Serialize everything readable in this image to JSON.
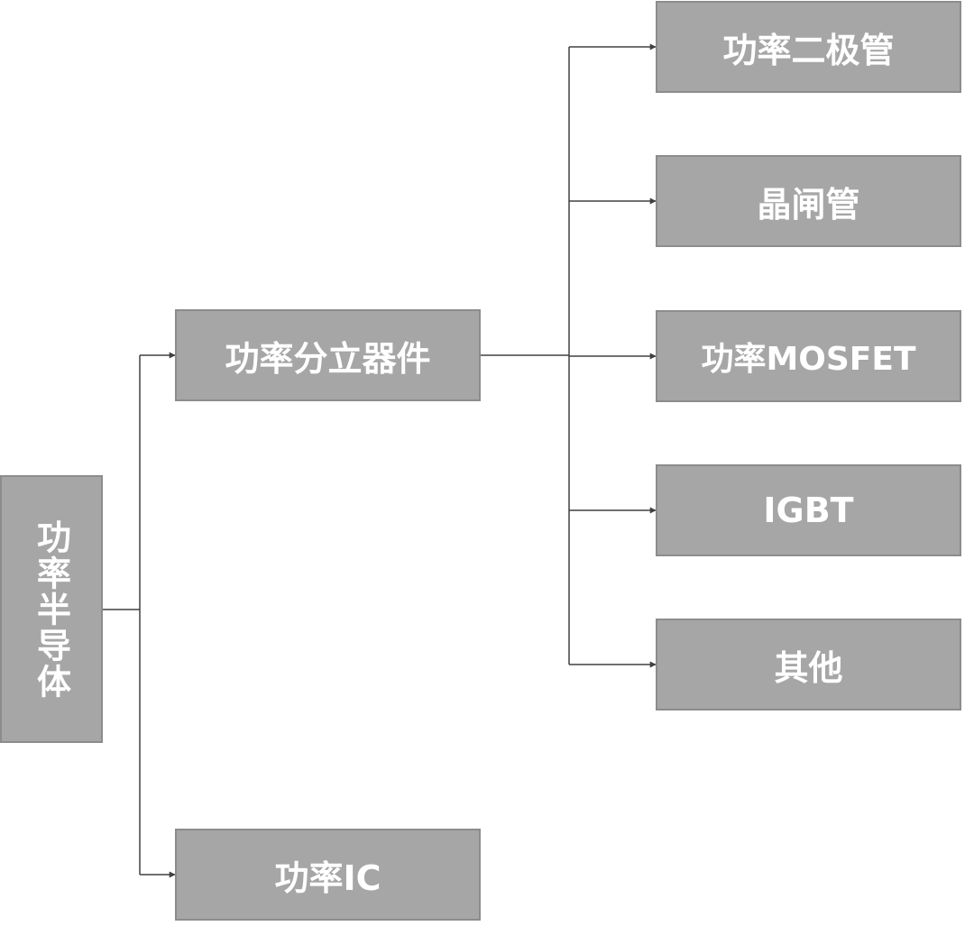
{
  "diagram": {
    "style": {
      "box_fill": "#a6a6a6",
      "box_border": "#8c8c8c",
      "text_color": "#ffffff",
      "line_color": "#404040",
      "background": "#ffffff"
    },
    "root": {
      "label": "功率半导体"
    },
    "level1": [
      {
        "label": "功率分立器件"
      },
      {
        "label": "功率IC"
      }
    ],
    "level2": [
      {
        "label": "功率二极管"
      },
      {
        "label": "晶闸管"
      },
      {
        "label": "功率MOSFET"
      },
      {
        "label": "IGBT"
      },
      {
        "label": "其他"
      }
    ]
  }
}
